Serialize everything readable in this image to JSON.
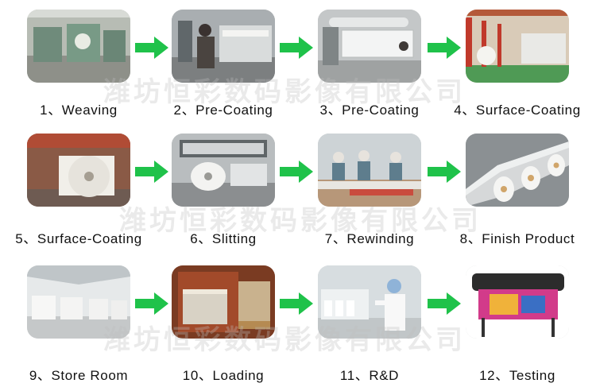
{
  "steps": [
    {
      "label": "1、Weaving",
      "photo_icon": "weaving-machine-icon"
    },
    {
      "label": "2、Pre-Coating",
      "photo_icon": "coating-line-worker-icon"
    },
    {
      "label": "3、Pre-Coating",
      "photo_icon": "coating-rollers-icon"
    },
    {
      "label": "4、Surface-Coating",
      "photo_icon": "factory-hall-icon"
    },
    {
      "label": "5、Surface-Coating",
      "photo_icon": "large-roll-icon"
    },
    {
      "label": "6、Slitting",
      "photo_icon": "slitting-machine-icon"
    },
    {
      "label": "7、Rewinding",
      "photo_icon": "rewinding-workers-icon"
    },
    {
      "label": "8、Finish Product",
      "photo_icon": "finished-rolls-icon"
    },
    {
      "label": "9、Store Room",
      "photo_icon": "warehouse-icon"
    },
    {
      "label": "10、Loading",
      "photo_icon": "container-loading-icon"
    },
    {
      "label": "11、R&D",
      "photo_icon": "lab-researcher-icon"
    },
    {
      "label": "12、Testing",
      "photo_icon": "wide-format-printer-icon"
    }
  ],
  "watermark": "潍坊恒彩数码影像有限公司",
  "colors": {
    "arrow": "#1fc24a",
    "caption": "#111111"
  }
}
